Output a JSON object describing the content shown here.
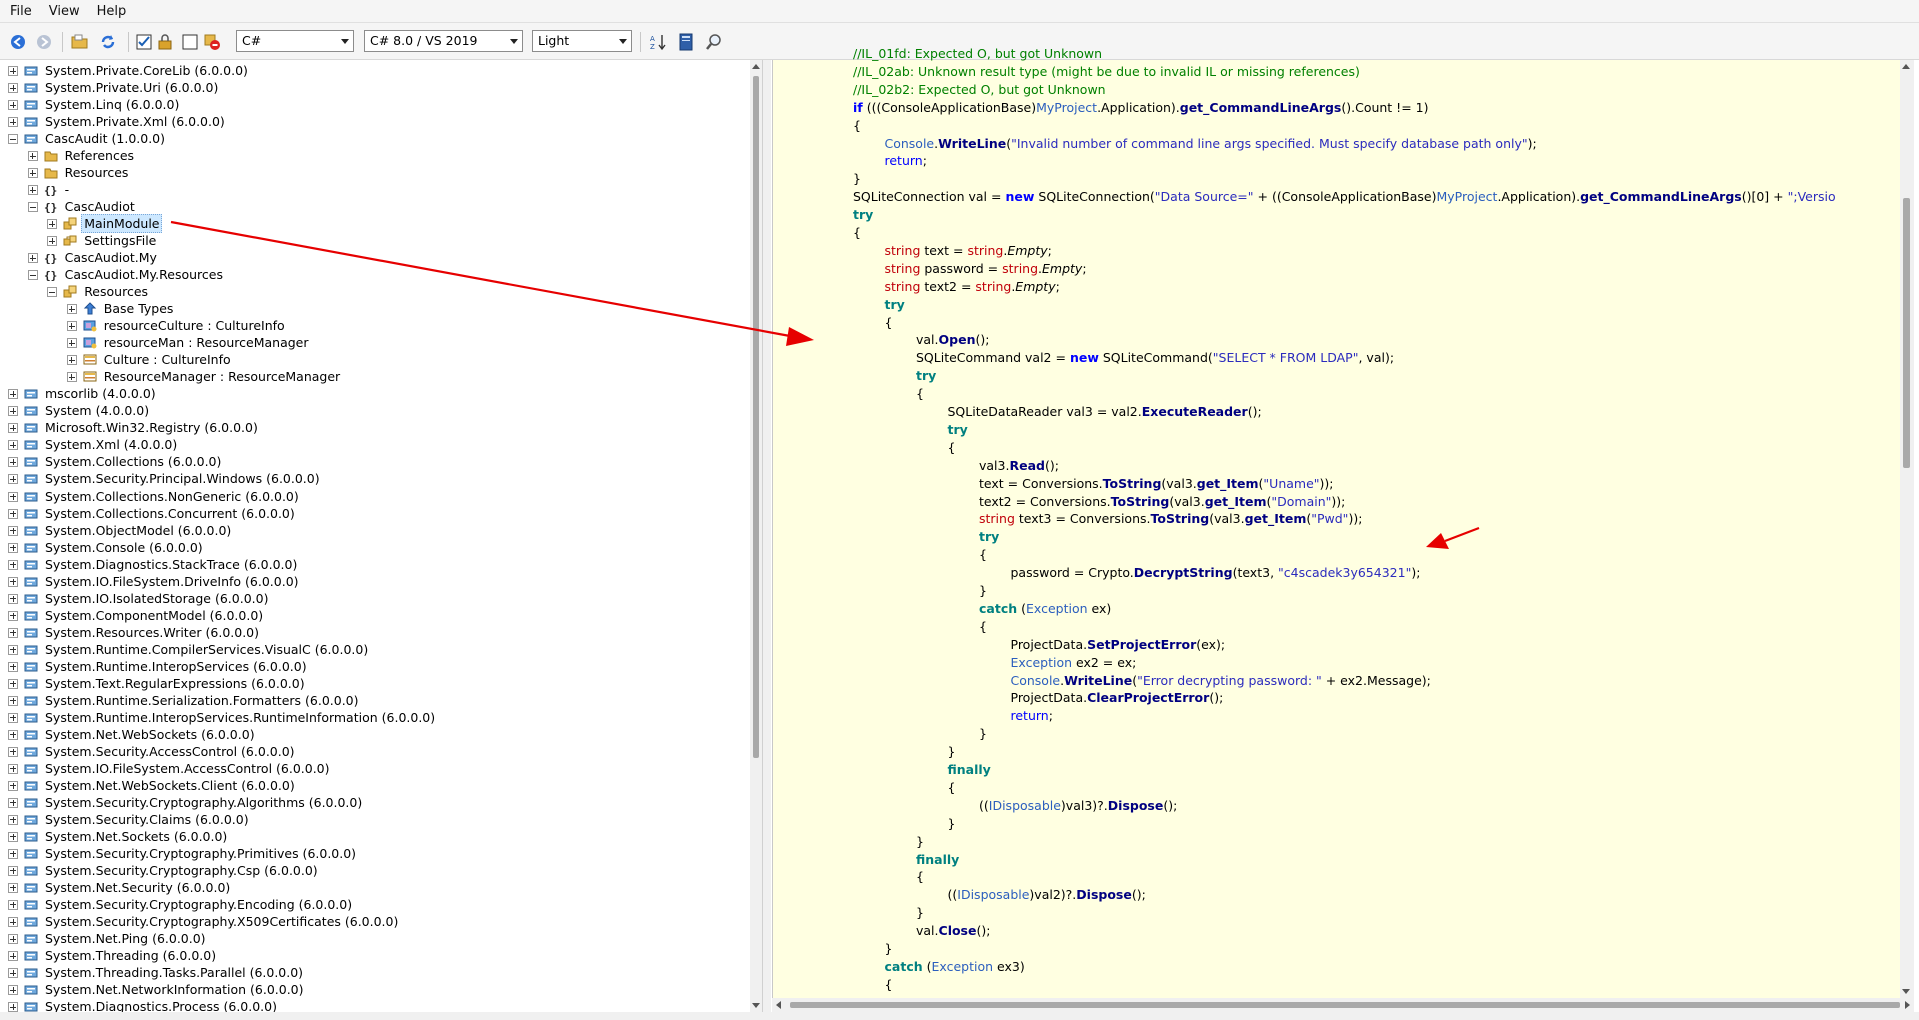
{
  "menu": [
    "File",
    "View",
    "Help"
  ],
  "toolbar": {
    "language": "C#",
    "version": "C# 8.0 / VS 2019",
    "theme": "Light",
    "icons": [
      "back-icon",
      "forward-icon",
      "open-icon",
      "reload-icon",
      "checkbox-checked-icon",
      "lock-icon",
      "checkbox-unchecked-icon",
      "assembly-remove-icon",
      "sort-icon",
      "decompile-manager-icon",
      "search-icon"
    ]
  },
  "tree": [
    {
      "d": 0,
      "e": "plus",
      "i": "assembly",
      "t": "System.Private.CoreLib (6.0.0.0)"
    },
    {
      "d": 0,
      "e": "plus",
      "i": "assembly",
      "t": "System.Private.Uri (6.0.0.0)"
    },
    {
      "d": 0,
      "e": "plus",
      "i": "assembly",
      "t": "System.Linq (6.0.0.0)"
    },
    {
      "d": 0,
      "e": "plus",
      "i": "assembly",
      "t": "System.Private.Xml (6.0.0.0)"
    },
    {
      "d": 0,
      "e": "minus",
      "i": "assembly",
      "t": "CascAudit (1.0.0.0)"
    },
    {
      "d": 1,
      "e": "plus",
      "i": "folder",
      "t": "References"
    },
    {
      "d": 1,
      "e": "plus",
      "i": "folder",
      "t": "Resources"
    },
    {
      "d": 1,
      "e": "plus",
      "i": "namespace",
      "t": "-"
    },
    {
      "d": 1,
      "e": "minus",
      "i": "namespace",
      "t": "CascAudiot"
    },
    {
      "d": 2,
      "e": "plus",
      "i": "module",
      "t": "MainModule",
      "sel": true
    },
    {
      "d": 2,
      "e": "plus",
      "i": "class",
      "t": "SettingsFile"
    },
    {
      "d": 1,
      "e": "plus",
      "i": "namespace",
      "t": "CascAudiot.My"
    },
    {
      "d": 1,
      "e": "minus",
      "i": "namespace",
      "t": "CascAudiot.My.Resources"
    },
    {
      "d": 2,
      "e": "minus",
      "i": "module",
      "t": "Resources"
    },
    {
      "d": 3,
      "e": "plus",
      "i": "basetypes",
      "t": "Base Types"
    },
    {
      "d": 3,
      "e": "plus",
      "i": "field",
      "t": "resourceCulture : CultureInfo"
    },
    {
      "d": 3,
      "e": "plus",
      "i": "field",
      "t": "resourceMan : ResourceManager"
    },
    {
      "d": 3,
      "e": "plus",
      "i": "property",
      "t": "Culture : CultureInfo"
    },
    {
      "d": 3,
      "e": "plus",
      "i": "property",
      "t": "ResourceManager : ResourceManager"
    },
    {
      "d": 0,
      "e": "plus",
      "i": "assembly",
      "t": "mscorlib (4.0.0.0)"
    },
    {
      "d": 0,
      "e": "plus",
      "i": "assembly",
      "t": "System (4.0.0.0)"
    },
    {
      "d": 0,
      "e": "plus",
      "i": "assembly",
      "t": "Microsoft.Win32.Registry (6.0.0.0)"
    },
    {
      "d": 0,
      "e": "plus",
      "i": "assembly",
      "t": "System.Xml (4.0.0.0)"
    },
    {
      "d": 0,
      "e": "plus",
      "i": "assembly",
      "t": "System.Collections (6.0.0.0)"
    },
    {
      "d": 0,
      "e": "plus",
      "i": "assembly",
      "t": "System.Security.Principal.Windows (6.0.0.0)"
    },
    {
      "d": 0,
      "e": "plus",
      "i": "assembly",
      "t": "System.Collections.NonGeneric (6.0.0.0)"
    },
    {
      "d": 0,
      "e": "plus",
      "i": "assembly",
      "t": "System.Collections.Concurrent (6.0.0.0)"
    },
    {
      "d": 0,
      "e": "plus",
      "i": "assembly",
      "t": "System.ObjectModel (6.0.0.0)"
    },
    {
      "d": 0,
      "e": "plus",
      "i": "assembly",
      "t": "System.Console (6.0.0.0)"
    },
    {
      "d": 0,
      "e": "plus",
      "i": "assembly",
      "t": "System.Diagnostics.StackTrace (6.0.0.0)"
    },
    {
      "d": 0,
      "e": "plus",
      "i": "assembly",
      "t": "System.IO.FileSystem.DriveInfo (6.0.0.0)"
    },
    {
      "d": 0,
      "e": "plus",
      "i": "assembly",
      "t": "System.IO.IsolatedStorage (6.0.0.0)"
    },
    {
      "d": 0,
      "e": "plus",
      "i": "assembly",
      "t": "System.ComponentModel (6.0.0.0)"
    },
    {
      "d": 0,
      "e": "plus",
      "i": "assembly",
      "t": "System.Resources.Writer (6.0.0.0)"
    },
    {
      "d": 0,
      "e": "plus",
      "i": "assembly",
      "t": "System.Runtime.CompilerServices.VisualC (6.0.0.0)"
    },
    {
      "d": 0,
      "e": "plus",
      "i": "assembly",
      "t": "System.Runtime.InteropServices (6.0.0.0)"
    },
    {
      "d": 0,
      "e": "plus",
      "i": "assembly",
      "t": "System.Text.RegularExpressions (6.0.0.0)"
    },
    {
      "d": 0,
      "e": "plus",
      "i": "assembly",
      "t": "System.Runtime.Serialization.Formatters (6.0.0.0)"
    },
    {
      "d": 0,
      "e": "plus",
      "i": "assembly",
      "t": "System.Runtime.InteropServices.RuntimeInformation (6.0.0.0)"
    },
    {
      "d": 0,
      "e": "plus",
      "i": "assembly",
      "t": "System.Net.WebSockets (6.0.0.0)"
    },
    {
      "d": 0,
      "e": "plus",
      "i": "assembly",
      "t": "System.Security.AccessControl (6.0.0.0)"
    },
    {
      "d": 0,
      "e": "plus",
      "i": "assembly",
      "t": "System.IO.FileSystem.AccessControl (6.0.0.0)"
    },
    {
      "d": 0,
      "e": "plus",
      "i": "assembly",
      "t": "System.Net.WebSockets.Client (6.0.0.0)"
    },
    {
      "d": 0,
      "e": "plus",
      "i": "assembly",
      "t": "System.Security.Cryptography.Algorithms (6.0.0.0)"
    },
    {
      "d": 0,
      "e": "plus",
      "i": "assembly",
      "t": "System.Security.Claims (6.0.0.0)"
    },
    {
      "d": 0,
      "e": "plus",
      "i": "assembly",
      "t": "System.Net.Sockets (6.0.0.0)"
    },
    {
      "d": 0,
      "e": "plus",
      "i": "assembly",
      "t": "System.Security.Cryptography.Primitives (6.0.0.0)"
    },
    {
      "d": 0,
      "e": "plus",
      "i": "assembly",
      "t": "System.Security.Cryptography.Csp (6.0.0.0)"
    },
    {
      "d": 0,
      "e": "plus",
      "i": "assembly",
      "t": "System.Net.Security (6.0.0.0)"
    },
    {
      "d": 0,
      "e": "plus",
      "i": "assembly",
      "t": "System.Security.Cryptography.Encoding (6.0.0.0)"
    },
    {
      "d": 0,
      "e": "plus",
      "i": "assembly",
      "t": "System.Security.Cryptography.X509Certificates (6.0.0.0)"
    },
    {
      "d": 0,
      "e": "plus",
      "i": "assembly",
      "t": "System.Net.Ping (6.0.0.0)"
    },
    {
      "d": 0,
      "e": "plus",
      "i": "assembly",
      "t": "System.Threading (6.0.0.0)"
    },
    {
      "d": 0,
      "e": "plus",
      "i": "assembly",
      "t": "System.Threading.Tasks.Parallel (6.0.0.0)"
    },
    {
      "d": 0,
      "e": "plus",
      "i": "assembly",
      "t": "System.Net.NetworkInformation (6.0.0.0)"
    },
    {
      "d": 0,
      "e": "plus",
      "i": "assembly",
      "t": "System.Diagnostics.Process (6.0.0.0)"
    }
  ],
  "code": [
    {
      "d": 0,
      "s": [
        [
          "cm",
          "//IL_01fd: Expected O, but got Unknown"
        ]
      ]
    },
    {
      "d": 0,
      "s": [
        [
          "cm",
          "//IL_02ab: Unknown result type (might be due to invalid IL or missing references)"
        ]
      ]
    },
    {
      "d": 0,
      "s": [
        [
          "cm",
          "//IL_02b2: Expected O, but got Unknown"
        ]
      ]
    },
    {
      "d": 0,
      "s": [
        [
          "kwb",
          "if"
        ],
        [
          "nm",
          " (((ConsoleApplicationBase)"
        ],
        [
          "tp2",
          "MyProject"
        ],
        [
          "nm",
          ".Application)."
        ],
        [
          "mt",
          "get_CommandLineArgs"
        ],
        [
          "nm",
          "().Count != 1)"
        ]
      ]
    },
    {
      "d": 0,
      "s": [
        [
          "nm",
          "{"
        ]
      ]
    },
    {
      "d": 1,
      "s": [
        [
          "tp2",
          "Console"
        ],
        [
          "nm",
          "."
        ],
        [
          "mt",
          "WriteLine"
        ],
        [
          "nm",
          "("
        ],
        [
          "st",
          "\"Invalid number of command line args specified. Must specify database path only\""
        ],
        [
          "nm",
          ");"
        ]
      ]
    },
    {
      "d": 1,
      "s": [
        [
          "kw",
          "return"
        ],
        [
          "nm",
          ";"
        ]
      ]
    },
    {
      "d": 0,
      "s": [
        [
          "nm",
          "}"
        ]
      ]
    },
    {
      "d": 0,
      "s": [
        [
          "nm",
          "SQLiteConnection val = "
        ],
        [
          "kwb",
          "new"
        ],
        [
          "nm",
          " SQLiteConnection("
        ],
        [
          "st",
          "\"Data Source=\""
        ],
        [
          "nm",
          " + ((ConsoleApplicationBase)"
        ],
        [
          "tp2",
          "MyProject"
        ],
        [
          "nm",
          ".Application)."
        ],
        [
          "mt",
          "get_CommandLineArgs"
        ],
        [
          "nm",
          "()[0] + "
        ],
        [
          "st",
          "\";Versio"
        ]
      ]
    },
    {
      "d": 0,
      "s": [
        [
          "kc",
          "try"
        ]
      ]
    },
    {
      "d": 0,
      "s": [
        [
          "nm",
          "{"
        ]
      ]
    },
    {
      "d": 1,
      "s": [
        [
          "rd",
          "string"
        ],
        [
          "nm",
          " text = "
        ],
        [
          "rd",
          "string"
        ],
        [
          "nm",
          "."
        ],
        [
          "it",
          "Empty"
        ],
        [
          "nm",
          ";"
        ]
      ]
    },
    {
      "d": 1,
      "s": [
        [
          "rd",
          "string"
        ],
        [
          "nm",
          " password = "
        ],
        [
          "rd",
          "string"
        ],
        [
          "nm",
          "."
        ],
        [
          "it",
          "Empty"
        ],
        [
          "nm",
          ";"
        ]
      ]
    },
    {
      "d": 1,
      "s": [
        [
          "rd",
          "string"
        ],
        [
          "nm",
          " text2 = "
        ],
        [
          "rd",
          "string"
        ],
        [
          "nm",
          "."
        ],
        [
          "it",
          "Empty"
        ],
        [
          "nm",
          ";"
        ]
      ]
    },
    {
      "d": 1,
      "s": [
        [
          "kc",
          "try"
        ]
      ]
    },
    {
      "d": 1,
      "s": [
        [
          "nm",
          "{"
        ]
      ]
    },
    {
      "d": 2,
      "s": [
        [
          "nm",
          "val."
        ],
        [
          "mt",
          "Open"
        ],
        [
          "nm",
          "();"
        ]
      ]
    },
    {
      "d": 2,
      "s": [
        [
          "nm",
          "SQLiteCommand val2 = "
        ],
        [
          "kwb",
          "new"
        ],
        [
          "nm",
          " SQLiteCommand("
        ],
        [
          "st",
          "\"SELECT * FROM LDAP\""
        ],
        [
          "nm",
          ", val);"
        ]
      ]
    },
    {
      "d": 2,
      "s": [
        [
          "kc",
          "try"
        ]
      ]
    },
    {
      "d": 2,
      "s": [
        [
          "nm",
          "{"
        ]
      ]
    },
    {
      "d": 3,
      "s": [
        [
          "nm",
          "SQLiteDataReader val3 = val2."
        ],
        [
          "mt",
          "ExecuteReader"
        ],
        [
          "nm",
          "();"
        ]
      ]
    },
    {
      "d": 3,
      "s": [
        [
          "kc",
          "try"
        ]
      ]
    },
    {
      "d": 3,
      "s": [
        [
          "nm",
          "{"
        ]
      ]
    },
    {
      "d": 4,
      "s": [
        [
          "nm",
          "val3."
        ],
        [
          "mt",
          "Read"
        ],
        [
          "nm",
          "();"
        ]
      ]
    },
    {
      "d": 4,
      "s": [
        [
          "nm",
          "text = Conversions."
        ],
        [
          "mt",
          "ToString"
        ],
        [
          "nm",
          "(val3."
        ],
        [
          "mt",
          "get_Item"
        ],
        [
          "nm",
          "("
        ],
        [
          "st",
          "\"Uname\""
        ],
        [
          "nm",
          "));"
        ]
      ]
    },
    {
      "d": 4,
      "s": [
        [
          "nm",
          "text2 = Conversions."
        ],
        [
          "mt",
          "ToString"
        ],
        [
          "nm",
          "(val3."
        ],
        [
          "mt",
          "get_Item"
        ],
        [
          "nm",
          "("
        ],
        [
          "st",
          "\"Domain\""
        ],
        [
          "nm",
          "));"
        ]
      ]
    },
    {
      "d": 4,
      "s": [
        [
          "rd",
          "string"
        ],
        [
          "nm",
          " text3 = Conversions."
        ],
        [
          "mt",
          "ToString"
        ],
        [
          "nm",
          "(val3."
        ],
        [
          "mt",
          "get_Item"
        ],
        [
          "nm",
          "("
        ],
        [
          "st",
          "\"Pwd\""
        ],
        [
          "nm",
          "));"
        ]
      ]
    },
    {
      "d": 4,
      "s": [
        [
          "kc",
          "try"
        ]
      ]
    },
    {
      "d": 4,
      "s": [
        [
          "nm",
          "{"
        ]
      ]
    },
    {
      "d": 5,
      "s": [
        [
          "nm",
          "password = Crypto."
        ],
        [
          "mt",
          "DecryptString"
        ],
        [
          "nm",
          "(text3, "
        ],
        [
          "st",
          "\"c4scadek3y654321\""
        ],
        [
          "nm",
          ");"
        ]
      ]
    },
    {
      "d": 4,
      "s": [
        [
          "nm",
          "}"
        ]
      ]
    },
    {
      "d": 4,
      "s": [
        [
          "kc",
          "catch"
        ],
        [
          "nm",
          " ("
        ],
        [
          "tp2",
          "Exception"
        ],
        [
          "nm",
          " ex)"
        ]
      ]
    },
    {
      "d": 4,
      "s": [
        [
          "nm",
          "{"
        ]
      ]
    },
    {
      "d": 5,
      "s": [
        [
          "nm",
          "ProjectData."
        ],
        [
          "mt",
          "SetProjectError"
        ],
        [
          "nm",
          "(ex);"
        ]
      ]
    },
    {
      "d": 5,
      "s": [
        [
          "tp2",
          "Exception"
        ],
        [
          "nm",
          " ex2 = ex;"
        ]
      ]
    },
    {
      "d": 5,
      "s": [
        [
          "tp2",
          "Console"
        ],
        [
          "nm",
          "."
        ],
        [
          "mt",
          "WriteLine"
        ],
        [
          "nm",
          "("
        ],
        [
          "st",
          "\"Error decrypting password: \""
        ],
        [
          "nm",
          " + ex2.Message);"
        ]
      ]
    },
    {
      "d": 5,
      "s": [
        [
          "nm",
          "ProjectData."
        ],
        [
          "mt",
          "ClearProjectError"
        ],
        [
          "nm",
          "();"
        ]
      ]
    },
    {
      "d": 5,
      "s": [
        [
          "kw",
          "return"
        ],
        [
          "nm",
          ";"
        ]
      ]
    },
    {
      "d": 4,
      "s": [
        [
          "nm",
          "}"
        ]
      ]
    },
    {
      "d": 3,
      "s": [
        [
          "nm",
          "}"
        ]
      ]
    },
    {
      "d": 3,
      "s": [
        [
          "kc",
          "finally"
        ]
      ]
    },
    {
      "d": 3,
      "s": [
        [
          "nm",
          "{"
        ]
      ]
    },
    {
      "d": 4,
      "s": [
        [
          "nm",
          "(("
        ],
        [
          "tp2",
          "IDisposable"
        ],
        [
          "nm",
          ")val3)?."
        ],
        [
          "mt",
          "Dispose"
        ],
        [
          "nm",
          "();"
        ]
      ]
    },
    {
      "d": 3,
      "s": [
        [
          "nm",
          "}"
        ]
      ]
    },
    {
      "d": 2,
      "s": [
        [
          "nm",
          "}"
        ]
      ]
    },
    {
      "d": 2,
      "s": [
        [
          "kc",
          "finally"
        ]
      ]
    },
    {
      "d": 2,
      "s": [
        [
          "nm",
          "{"
        ]
      ]
    },
    {
      "d": 3,
      "s": [
        [
          "nm",
          "(("
        ],
        [
          "tp2",
          "IDisposable"
        ],
        [
          "nm",
          ")val2)?."
        ],
        [
          "mt",
          "Dispose"
        ],
        [
          "nm",
          "();"
        ]
      ]
    },
    {
      "d": 2,
      "s": [
        [
          "nm",
          "}"
        ]
      ]
    },
    {
      "d": 2,
      "s": [
        [
          "nm",
          "val."
        ],
        [
          "mt",
          "Close"
        ],
        [
          "nm",
          "();"
        ]
      ]
    },
    {
      "d": 1,
      "s": [
        [
          "nm",
          "}"
        ]
      ]
    },
    {
      "d": 1,
      "s": [
        [
          "kc",
          "catch"
        ],
        [
          "nm",
          " ("
        ],
        [
          "tp2",
          "Exception"
        ],
        [
          "nm",
          " ex3)"
        ]
      ]
    },
    {
      "d": 1,
      "s": [
        [
          "nm",
          "{"
        ]
      ]
    }
  ],
  "colors": {
    "code_background": "#ffffe1",
    "selection": "#cde8ff",
    "annotation_arrow": "#e60000"
  }
}
